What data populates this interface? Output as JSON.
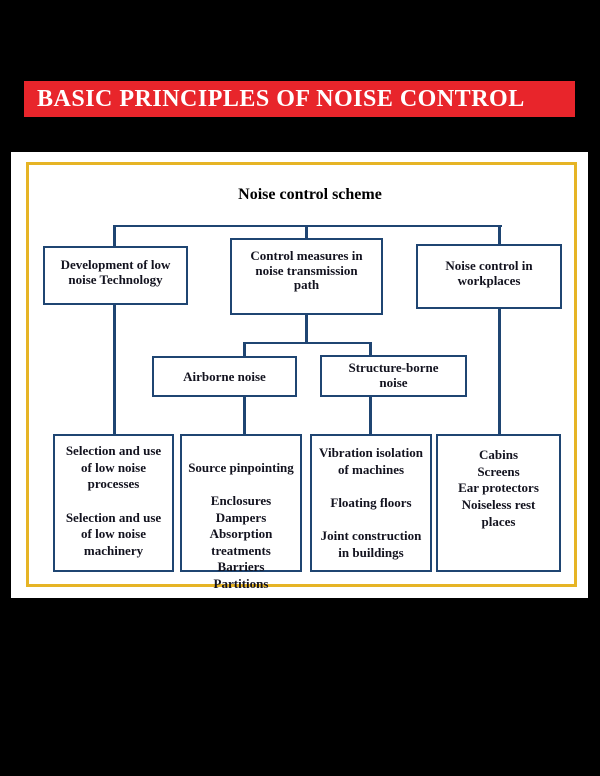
{
  "banner": {
    "title": "BASIC PRINCIPLES OF NOISE CONTROL",
    "background_color": "#e8252b",
    "text_color": "#ffffff"
  },
  "diagram": {
    "title": "Noise control scheme",
    "frame_border_color": "#e6b425",
    "line_color": "#1f4572",
    "nodes": {
      "development": {
        "text": "Development of low\nnoise Technology"
      },
      "control": {
        "text": "Control measures in\nnoise transmission\npath"
      },
      "workplaces": {
        "text": "Noise control in\nworkplaces"
      },
      "airborne": {
        "text": "Airborne noise"
      },
      "structure_borne": {
        "text": "Structure-borne\nnoise"
      },
      "selection": {
        "text": "Selection and use\nof low noise\nprocesses\n\nSelection and use\nof low noise\nmachinery"
      },
      "source": {
        "heading": "Source pinpointing",
        "items_text": "Enclosures\nDampers\nAbsorption\ntreatments\nBarriers\nPartitions"
      },
      "vibration": {
        "text": "Vibration isolation\nof machines\n\nFloating floors\n\nJoint construction\nin buildings"
      },
      "cabins": {
        "text": "Cabins\nScreens\nEar protectors\nNoiseless rest\nplaces"
      }
    }
  }
}
